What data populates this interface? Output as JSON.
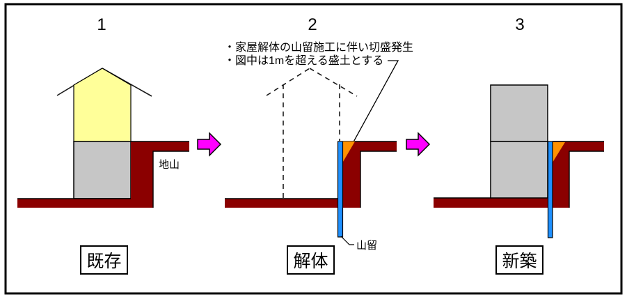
{
  "diagram_title": "",
  "annotation": {
    "line1": "・家屋解体の山留施工に伴い切盛発生",
    "line2": "・図中は1mを超える盛土とする"
  },
  "panels": [
    {
      "number": "1",
      "caption": "既存",
      "ground_label": "地山"
    },
    {
      "number": "2",
      "caption": "解体",
      "pile_label": "山留"
    },
    {
      "number": "3",
      "caption": "新築"
    }
  ],
  "colors": {
    "ground": "#8B0000",
    "house_body": "#FFFF99",
    "concrete": "#C6C6C6",
    "pile": "#1E90FF",
    "fill_wedge": "#FF9100",
    "arrow": "#FF00FF",
    "outline": "#000000",
    "background": "#FFFFFF"
  }
}
